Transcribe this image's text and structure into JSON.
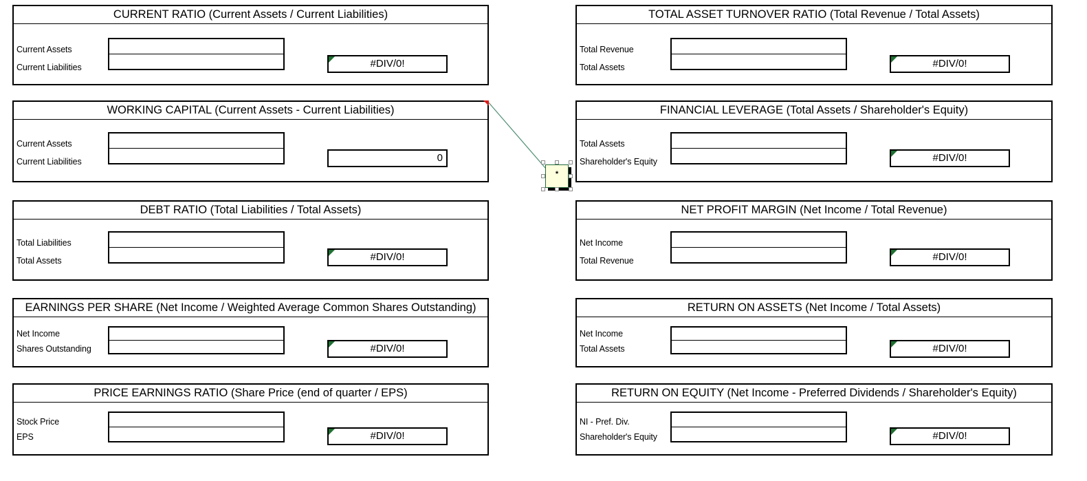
{
  "app": {
    "kind": "spreadsheet-worksheet",
    "background": "#ffffff",
    "error_flag_color": "#1f7032",
    "comment_marker_color": "#e01b1b",
    "comment_fill": "#feffdd",
    "comment_border": "#1f6b3b"
  },
  "comment": {
    "text": "*",
    "name": "selected-comment-box"
  },
  "panels": [
    {
      "id": "current-ratio",
      "title": "CURRENT RATIO (Current Assets / Current Liabilities)",
      "labels": [
        "Current Assets",
        "Current Liabilities"
      ],
      "inputs": [
        "",
        ""
      ],
      "result": "#DIV/0!",
      "result_kind": "error",
      "has_error_flag": true,
      "has_comment_marker": false
    },
    {
      "id": "total-asset-turnover-ratio",
      "title": "TOTAL ASSET TURNOVER RATIO (Total Revenue / Total Assets)",
      "labels": [
        "Total Revenue",
        "Total Assets"
      ],
      "inputs": [
        "",
        ""
      ],
      "result": "#DIV/0!",
      "result_kind": "error",
      "has_error_flag": true,
      "has_comment_marker": false
    },
    {
      "id": "working-capital",
      "title": "WORKING CAPITAL (Current Assets - Current Liabilities)",
      "labels": [
        "Current Assets",
        "Current Liabilities"
      ],
      "inputs": [
        "",
        ""
      ],
      "result": "0",
      "result_kind": "number",
      "has_error_flag": false,
      "has_comment_marker": true
    },
    {
      "id": "financial-leverage",
      "title": "FINANCIAL LEVERAGE (Total Assets / Shareholder's Equity)",
      "labels": [
        "Total Assets",
        "Shareholder's Equity"
      ],
      "inputs": [
        "",
        ""
      ],
      "result": "#DIV/0!",
      "result_kind": "error",
      "has_error_flag": true,
      "has_comment_marker": false
    },
    {
      "id": "debt-ratio",
      "title": "DEBT RATIO (Total Liabilities / Total Assets)",
      "labels": [
        "Total Liabilities",
        "Total Assets"
      ],
      "inputs": [
        "",
        ""
      ],
      "result": "#DIV/0!",
      "result_kind": "error",
      "has_error_flag": true,
      "has_comment_marker": false
    },
    {
      "id": "net-profit-margin",
      "title": "NET PROFIT MARGIN (Net Income / Total Revenue)",
      "labels": [
        "Net Income",
        "Total Revenue"
      ],
      "inputs": [
        "",
        ""
      ],
      "result": "#DIV/0!",
      "result_kind": "error",
      "has_error_flag": true,
      "has_comment_marker": false
    },
    {
      "id": "earnings-per-share",
      "title": "EARNINGS PER SHARE (Net Income / Weighted Average Common Shares Outstanding)",
      "labels": [
        "Net Income",
        "Shares Outstanding"
      ],
      "inputs": [
        "",
        ""
      ],
      "result": "#DIV/0!",
      "result_kind": "error",
      "has_error_flag": true,
      "has_comment_marker": false
    },
    {
      "id": "return-on-assets",
      "title": "RETURN ON ASSETS (Net Income / Total Assets)",
      "labels": [
        "Net Income",
        "Total Assets"
      ],
      "inputs": [
        "",
        ""
      ],
      "result": "#DIV/0!",
      "result_kind": "error",
      "has_error_flag": true,
      "has_comment_marker": false
    },
    {
      "id": "price-earnings-ratio",
      "title": "PRICE EARNINGS RATIO (Share Price (end of quarter / EPS)",
      "labels": [
        "Stock Price",
        "EPS"
      ],
      "inputs": [
        "",
        ""
      ],
      "result": "#DIV/0!",
      "result_kind": "error",
      "has_error_flag": true,
      "has_comment_marker": false
    },
    {
      "id": "return-on-equity",
      "title": "RETURN ON EQUITY (Net Income - Preferred Dividends / Shareholder's Equity)",
      "labels": [
        "NI - Pref. Div.",
        "Shareholder's Equity"
      ],
      "inputs": [
        "",
        ""
      ],
      "result": "#DIV/0!",
      "result_kind": "error",
      "has_error_flag": true,
      "has_comment_marker": false
    }
  ]
}
